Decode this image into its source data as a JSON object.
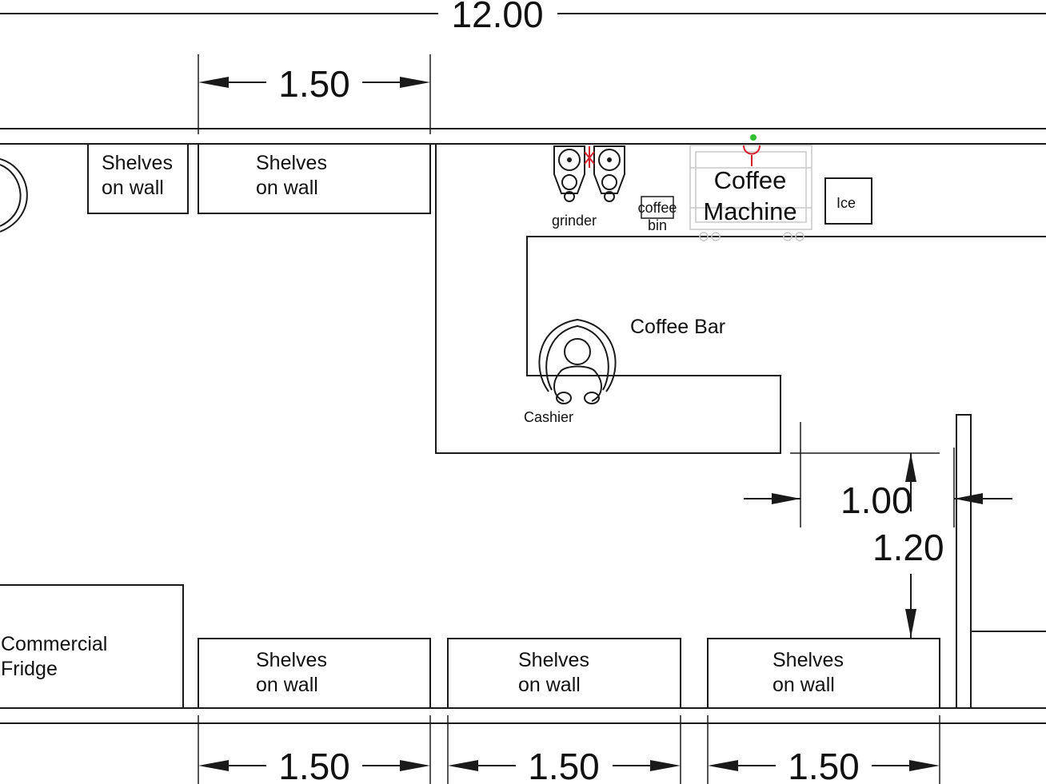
{
  "dimensions": {
    "overall": "12.00",
    "top_shelf": "1.50",
    "bottom_1": "1.50",
    "bottom_2": "1.50",
    "bottom_3": "1.50",
    "gap_h": "1.00",
    "gap_v": "1.20"
  },
  "labels": {
    "shelves_line1": "Shelves",
    "shelves_line2": "on wall",
    "grinder": "grinder",
    "coffee_bin_line1": "coffee",
    "coffee_bin_line2": "bin",
    "coffee_machine_line1": "Coffee",
    "coffee_machine_line2": "Machine",
    "ice": "Ice",
    "coffee_bar": "Coffee Bar",
    "cashier": "Cashier",
    "fridge_line1": "Commercial",
    "fridge_line2": "Fridge"
  },
  "colors": {
    "line": "#1a1a1a",
    "accent_red": "#d4202a",
    "accent_green": "#2fbf2f"
  }
}
